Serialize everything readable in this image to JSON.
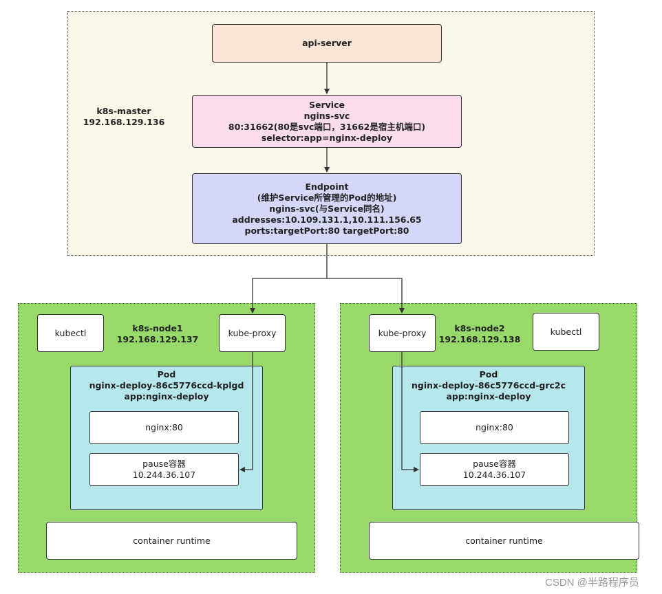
{
  "master": {
    "label_lines": [
      "k8s-master",
      "192.168.129.136"
    ]
  },
  "api_server": {
    "label": "api-server",
    "fill": "#fbe5d6"
  },
  "service": {
    "lines": [
      "Service",
      "ngins-svc",
      "80:31662(80是svc端口，31662是宿主机端口)",
      "selector:app=nginx-deploy"
    ],
    "fill": "#fbdcec"
  },
  "endpoint": {
    "lines": [
      "Endpoint",
      "(维护Service所管理的Pod的地址)",
      "ngins-svc(与Service同名)",
      "addresses:10.109.131.1,10.111.156.65",
      "ports:targetPort:80 targetPort:80"
    ],
    "fill": "#d4d7f8"
  },
  "node1": {
    "label_lines": [
      "k8s-node1",
      "192.168.129.137"
    ],
    "kubectl": "kubectl",
    "kube_proxy": "kube-proxy",
    "pod_lines": [
      "Pod",
      "nginx-deploy-86c5776ccd-kplgd",
      "app:nginx-deploy"
    ],
    "nginx": "nginx:80",
    "pause_lines": [
      "pause容器",
      "10.244.36.107"
    ],
    "runtime": "container runtime"
  },
  "node2": {
    "label_lines": [
      "k8s-node2",
      "192.168.129.138"
    ],
    "kubectl": "kubectl",
    "kube_proxy": "kube-proxy",
    "pod_lines": [
      "Pod",
      "nginx-deploy-86c5776ccd-grc2c",
      "app:nginx-deploy"
    ],
    "nginx": "nginx:80",
    "pause_lines": [
      "pause容器",
      "10.244.36.107"
    ],
    "runtime": "container runtime"
  },
  "colors": {
    "master_bg": "#fbf8ea",
    "node_bg": "#97d96b",
    "pod_bg": "#b6e7eb"
  },
  "watermark": "CSDN @半路程序员"
}
